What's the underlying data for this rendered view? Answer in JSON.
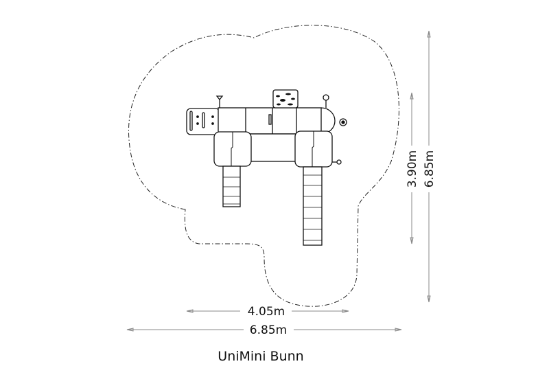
{
  "title": "UniMini Bunn",
  "dimensions": {
    "equipment_width": "4.05m",
    "area_width": "6.85m",
    "equipment_depth": "3.90m",
    "area_depth": "6.85m"
  },
  "colors": {
    "line": "#111111",
    "dim_line": "#888888"
  }
}
